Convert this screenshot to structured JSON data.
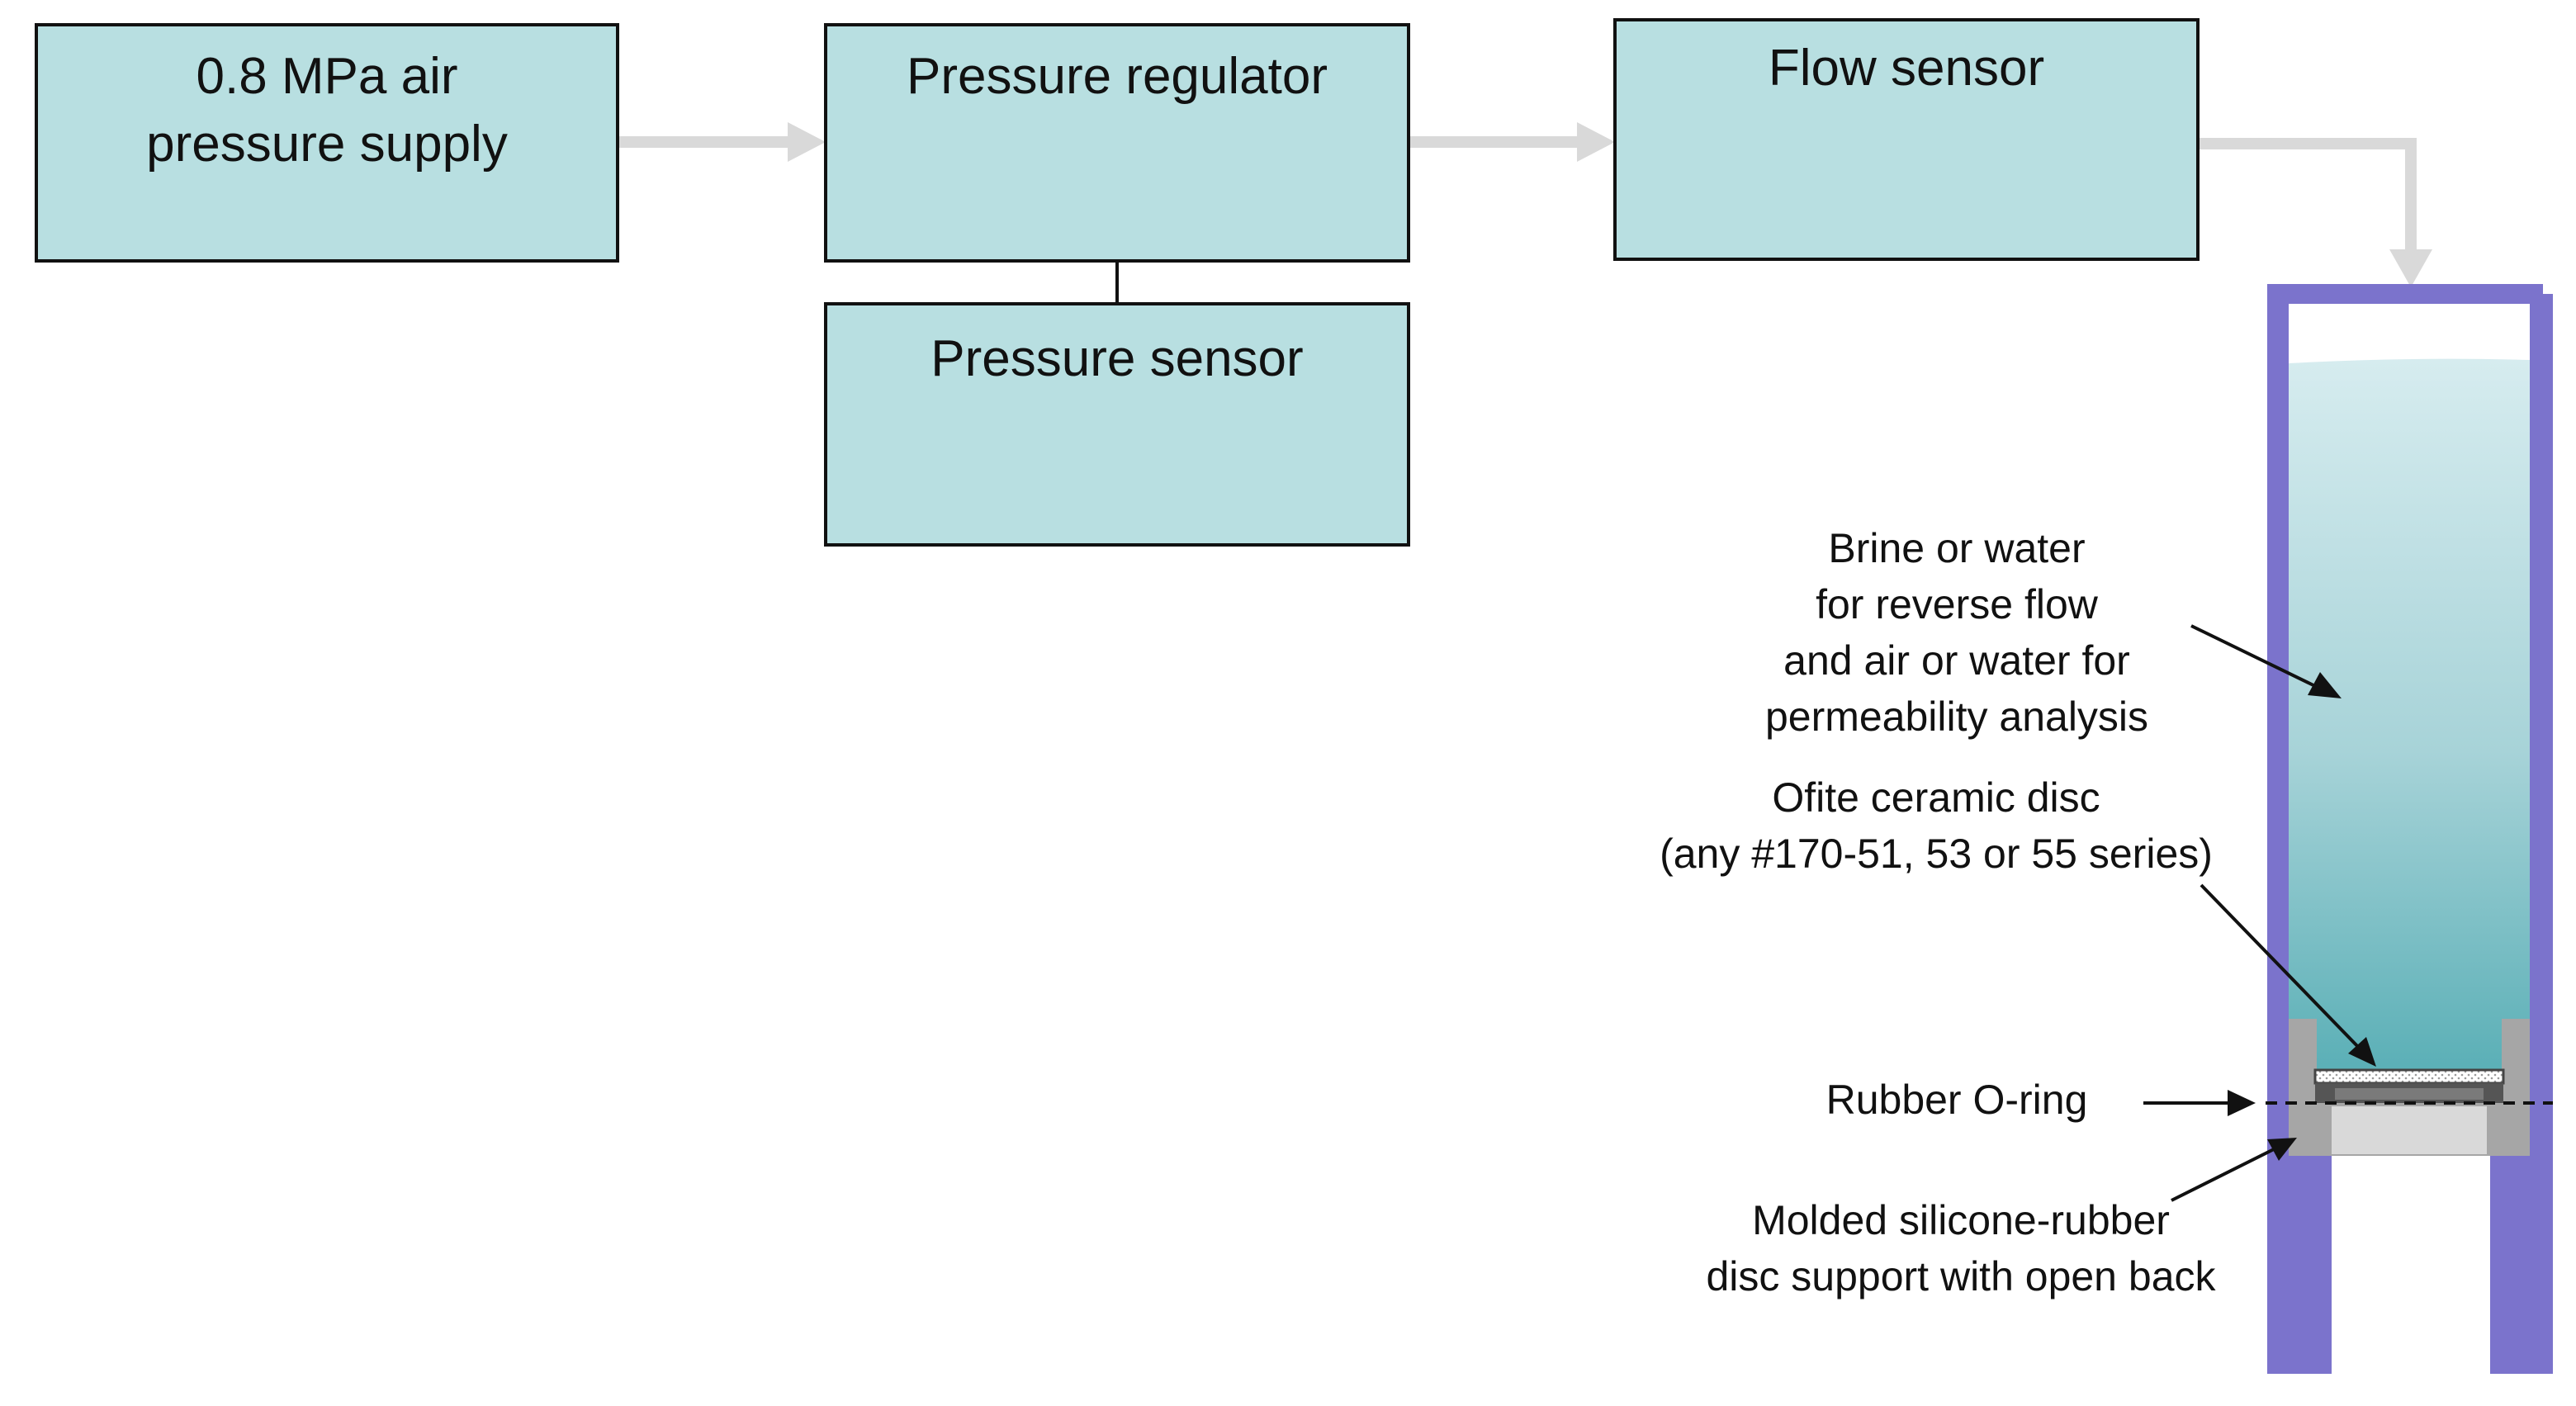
{
  "boxes": {
    "supply": {
      "line1": "0.8 MPa air",
      "line2": "pressure supply"
    },
    "regulator": {
      "text": "Pressure regulator"
    },
    "flow_sensor": {
      "text": "Flow sensor"
    },
    "pressure_sensor": {
      "text": "Pressure sensor"
    }
  },
  "callouts": {
    "fluid": [
      "Brine or water",
      "for reverse flow",
      "and air or water for",
      "permeability analysis"
    ],
    "disc": [
      "Ofite ceramic disc",
      "(any #170-51, 53 or 55 series)"
    ],
    "oring": "Rubber O-ring",
    "support": [
      "Molded silicone-rubber",
      "disc support with open back"
    ]
  },
  "colors": {
    "box_fill": "#b8dfe1",
    "cell_wall": "#7b73cc",
    "flow_arrow": "#d9d9d9",
    "fluid_top": "#d4ebee",
    "fluid_bottom": "#5fb3ba",
    "support_gray": "#a6a6a6"
  }
}
